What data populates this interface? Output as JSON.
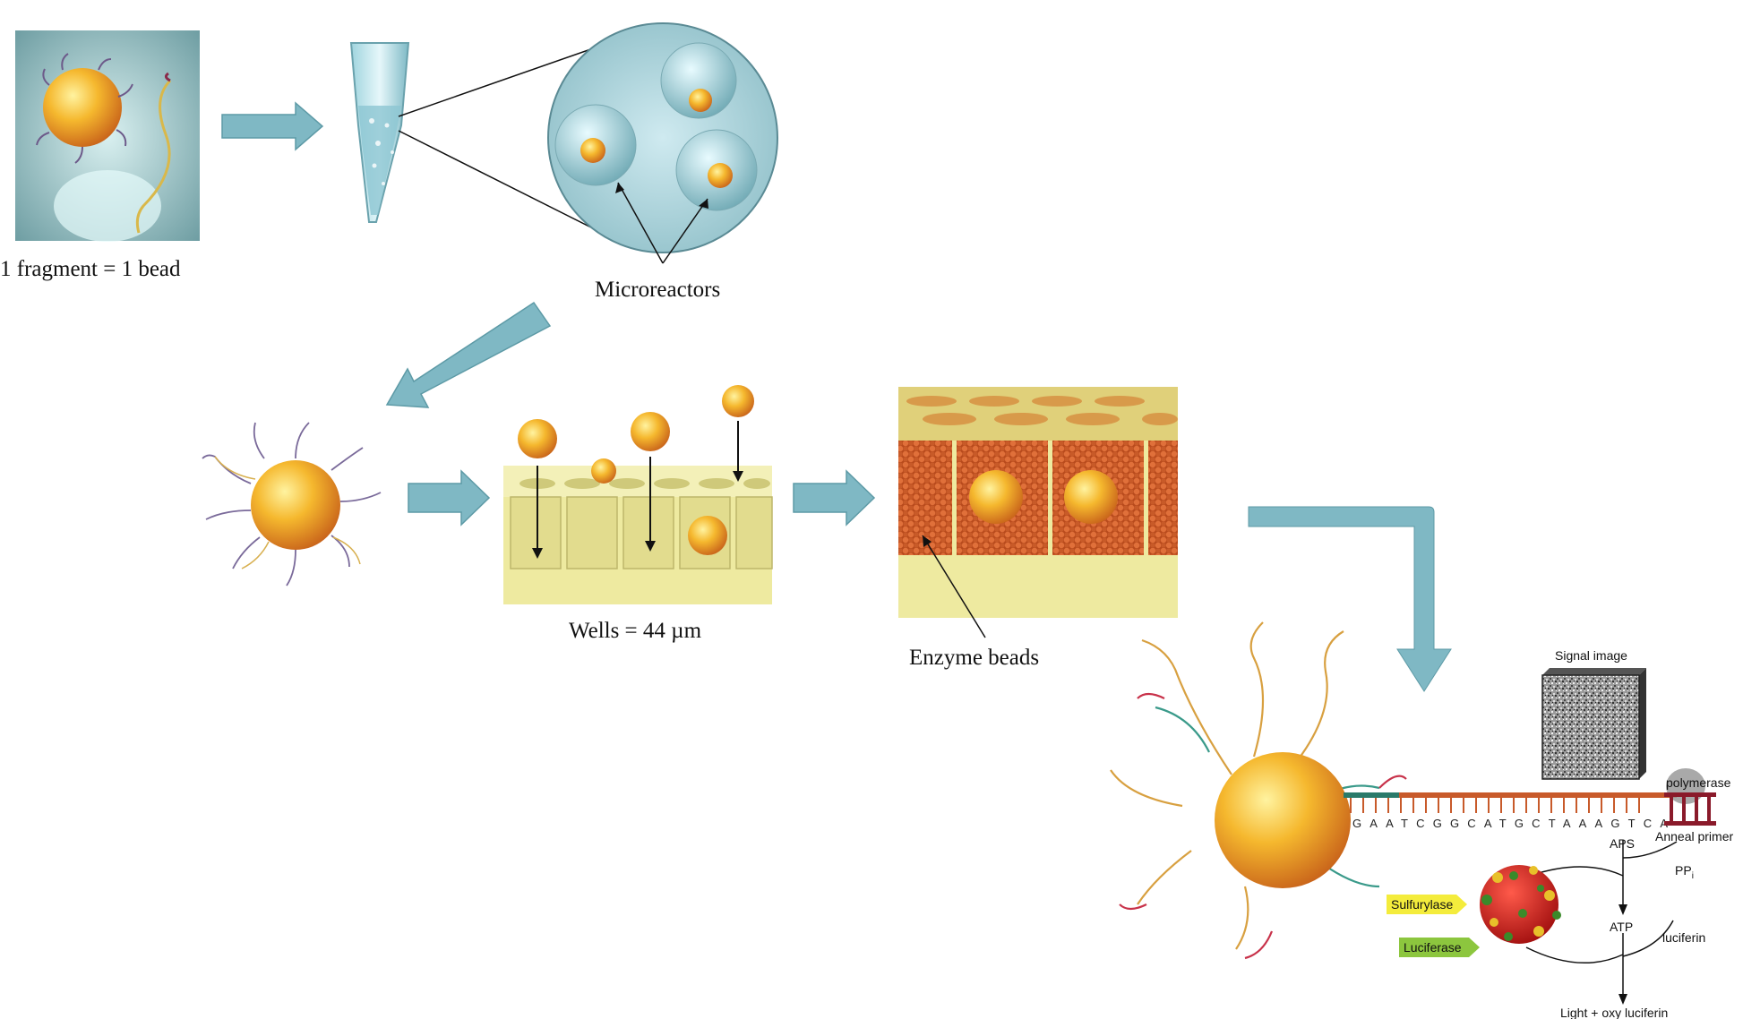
{
  "labels": {
    "fragment_bead": "1 fragment = 1 bead",
    "microreactors": "Microreactors",
    "wells": "Wells = 44 µm",
    "enzyme_beads": "Enzyme beads",
    "signal_image": "Signal image",
    "polymerase": "polymerase",
    "anneal_primer": "Anneal primer",
    "aps": "APS",
    "ppi": "PP",
    "ppi_sub": "i",
    "sulfurylase": "Sulfurylase",
    "luciferase": "Luciferase",
    "atp": "ATP",
    "luciferin": "luciferin",
    "light": "Light + oxy luciferin",
    "sequence": "GAATCGGCATGCTAAAGTCA"
  },
  "colors": {
    "arrow": "#7fb8c4",
    "arrow_stroke": "#5d9aa6",
    "bead": "#f2b632",
    "bead_dark": "#d9781c",
    "well_yellow": "#eeeaa0",
    "enzyme": "#d9642a",
    "sulfurylase_tag": "#f4ec3c",
    "luciferase_tag": "#8cc63e"
  }
}
